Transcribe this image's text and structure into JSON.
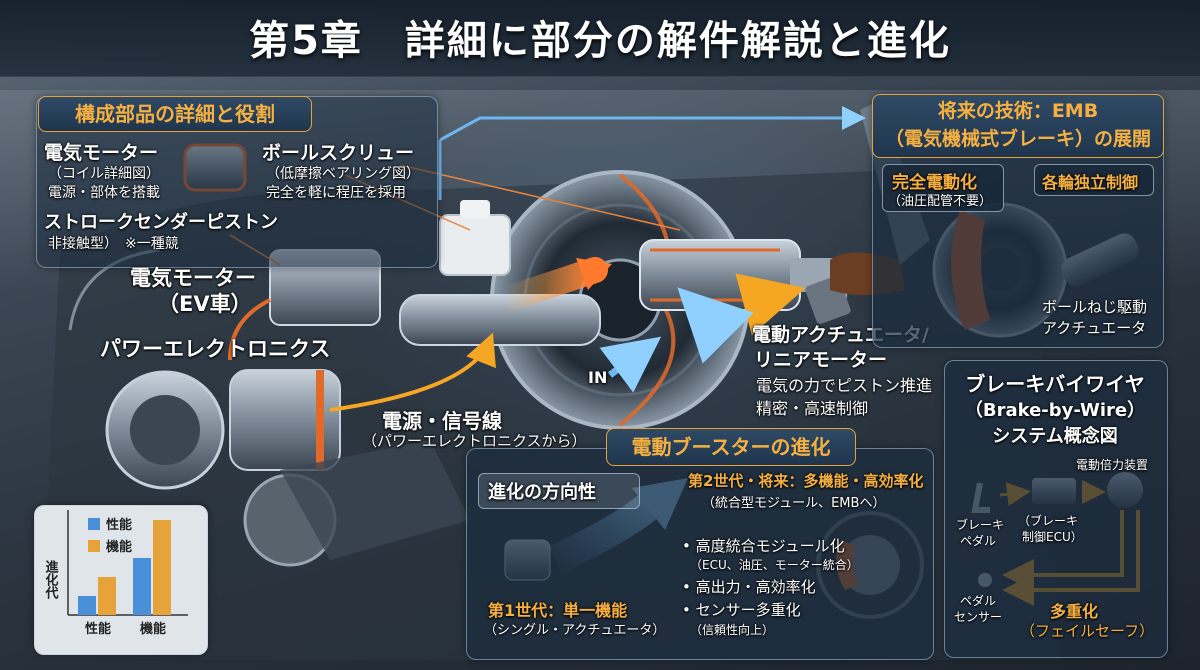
{
  "title": "第5章　詳細に部分の解件解説と進化",
  "components": {
    "header": "構成部品の詳細と役割",
    "motor_title": "電気モーター",
    "motor_sub1": "（コイル詳細図）",
    "motor_sub2": "電源・部体を搭載",
    "ballscrew_title": "ボールスクリュー",
    "ballscrew_sub1": "（低摩擦ベアリング図）",
    "ballscrew_sub2": "完全を軽に程圧を採用",
    "stroke_title": "ストロークセンダーピストン",
    "stroke_sub": "非接触型）　※一種競",
    "motor_ev_1": "電気モーター",
    "motor_ev_2": "（EV車）",
    "power_elec": "パワーエレクトロニクス"
  },
  "center": {
    "signal_1": "電源・信号線",
    "signal_2": "（パワーエレクトロニクスから）",
    "in_label": "IN",
    "actuator_1": "電動アクチュエータ/",
    "actuator_2": "リニアモーター",
    "actuator_3": "電気の力でピストン推進",
    "actuator_4": "精密・高速制御"
  },
  "emb": {
    "header_1": "将来の技術：EMB",
    "header_2": "（電気機械式ブレーキ）の展開",
    "full_electric_1": "完全電動化",
    "full_electric_2": "（油圧配管不要）",
    "independent": "各輪独立制御",
    "ballscrew_1": "ボールねじ駆動",
    "ballscrew_2": "アクチュエータ"
  },
  "evolution": {
    "header": "電動ブースターの進化",
    "direction": "進化の方向性",
    "gen2_1": "第2世代・将来：多機能・高効率化",
    "gen2_2": "（統合型モジュール、EMBへ）",
    "gen1_1": "第1世代：単一機能",
    "gen1_2": "（シングル・アクチュエータ）",
    "bullets": [
      {
        "main": "高度統合モジュール化",
        "sub": "（ECU、油圧、モーター統合）"
      },
      {
        "main": "高出力・高効率化",
        "sub": ""
      },
      {
        "main": "センサー多重化",
        "sub": "（信頼性向上）"
      }
    ]
  },
  "bbw": {
    "header_1": "ブレーキバイワイヤ",
    "header_2": "（Brake-by-Wire）",
    "header_3": "システム概念図",
    "assist_device": "電動倍力装置",
    "pedal_1": "ブレーキ",
    "pedal_2": "ペダル",
    "ecu_1": "（ブレーキ",
    "ecu_2": "制御ECU）",
    "sensor_1": "ペダル",
    "sensor_2": "センサー",
    "redundancy_1": "多重化",
    "redundancy_2": "（フェイルセーフ）"
  },
  "chart_data": {
    "type": "bar",
    "categories": [
      "性能",
      "機能"
    ],
    "series": [
      {
        "name": "性能",
        "values": [
          1,
          3
        ]
      },
      {
        "name": "機能",
        "values": [
          2,
          5
        ]
      }
    ],
    "ylabel": "進化代",
    "colors": [
      "#4a90d9",
      "#e8a23a"
    ]
  },
  "colors": {
    "accent_orange": "#f5b041",
    "accent_blue": "#6fb6f0",
    "panel_border": "#a8c8e6"
  }
}
